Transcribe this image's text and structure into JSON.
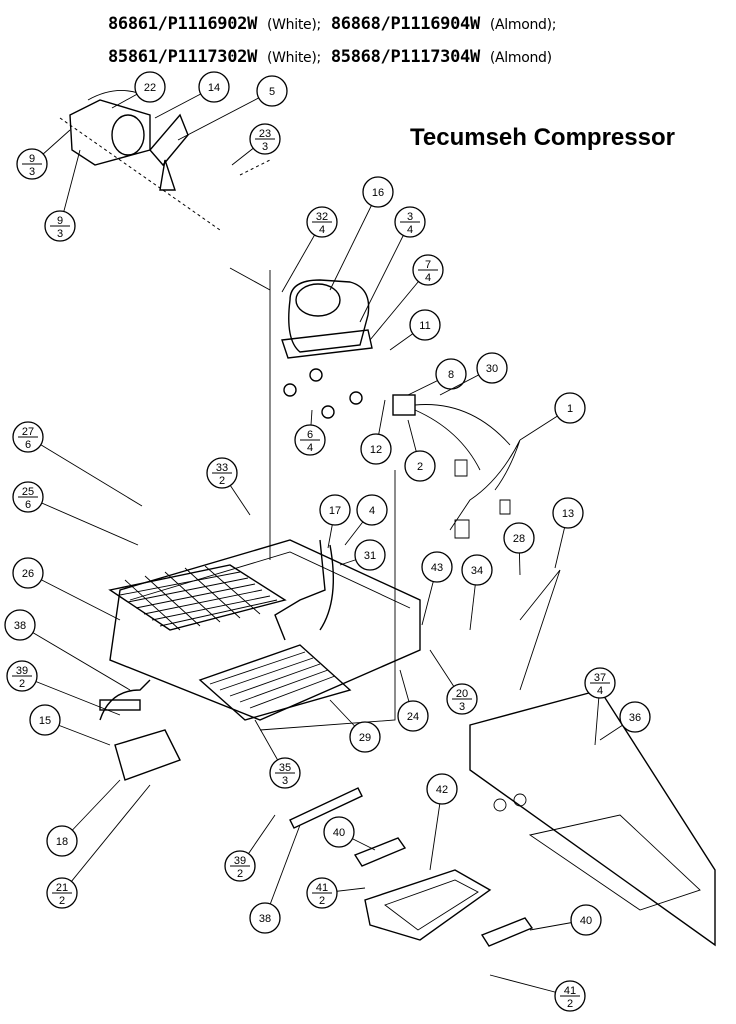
{
  "header": {
    "line1": [
      {
        "number": "86861/P1116902W",
        "color": "(White);"
      },
      {
        "number": "86868/P1116904W",
        "color": "(Almond);"
      }
    ],
    "line2": [
      {
        "number": "85861/P1117302W",
        "color": "(White);"
      },
      {
        "number": "85868/P1117304W",
        "color": "(Almond)"
      }
    ]
  },
  "subtitle": "Tecumseh Compressor",
  "callouts": [
    {
      "id": "c22",
      "top": "22"
    },
    {
      "id": "c14",
      "top": "14"
    },
    {
      "id": "c5",
      "top": "5"
    },
    {
      "id": "c9a",
      "top": "9",
      "bottom": "3"
    },
    {
      "id": "c9b",
      "top": "9",
      "bottom": "3"
    },
    {
      "id": "c23",
      "top": "23",
      "bottom": "3"
    },
    {
      "id": "c16",
      "top": "16"
    },
    {
      "id": "c32",
      "top": "32",
      "bottom": "4"
    },
    {
      "id": "c3",
      "top": "3",
      "bottom": "4"
    },
    {
      "id": "c7",
      "top": "7",
      "bottom": "4"
    },
    {
      "id": "c11",
      "top": "11"
    },
    {
      "id": "c8",
      "top": "8"
    },
    {
      "id": "c30",
      "top": "30"
    },
    {
      "id": "c1",
      "top": "1"
    },
    {
      "id": "c6",
      "top": "6",
      "bottom": "4"
    },
    {
      "id": "c12",
      "top": "12"
    },
    {
      "id": "c2",
      "top": "2"
    },
    {
      "id": "c27",
      "top": "27",
      "bottom": "6"
    },
    {
      "id": "c25",
      "top": "25",
      "bottom": "6"
    },
    {
      "id": "c33",
      "top": "33",
      "bottom": "2"
    },
    {
      "id": "c17",
      "top": "17"
    },
    {
      "id": "c4",
      "top": "4"
    },
    {
      "id": "c13",
      "top": "13"
    },
    {
      "id": "c28",
      "top": "28"
    },
    {
      "id": "c31",
      "top": "31"
    },
    {
      "id": "c43",
      "top": "43"
    },
    {
      "id": "c34",
      "top": "34"
    },
    {
      "id": "c26",
      "top": "26"
    },
    {
      "id": "c38a",
      "top": "38"
    },
    {
      "id": "c39a",
      "top": "39",
      "bottom": "2"
    },
    {
      "id": "c20",
      "top": "20",
      "bottom": "3"
    },
    {
      "id": "c24",
      "top": "24"
    },
    {
      "id": "c29",
      "top": "29"
    },
    {
      "id": "c37",
      "top": "37",
      "bottom": "4"
    },
    {
      "id": "c36",
      "top": "36"
    },
    {
      "id": "c15",
      "top": "15"
    },
    {
      "id": "c35",
      "top": "35",
      "bottom": "3"
    },
    {
      "id": "c42",
      "top": "42"
    },
    {
      "id": "c18",
      "top": "18"
    },
    {
      "id": "c21",
      "top": "21",
      "bottom": "2"
    },
    {
      "id": "c39b",
      "top": "39",
      "bottom": "2"
    },
    {
      "id": "c40a",
      "top": "40"
    },
    {
      "id": "c41a",
      "top": "41",
      "bottom": "2"
    },
    {
      "id": "c38b",
      "top": "38"
    },
    {
      "id": "c40b",
      "top": "40"
    },
    {
      "id": "c41b",
      "top": "41",
      "bottom": "2"
    }
  ]
}
